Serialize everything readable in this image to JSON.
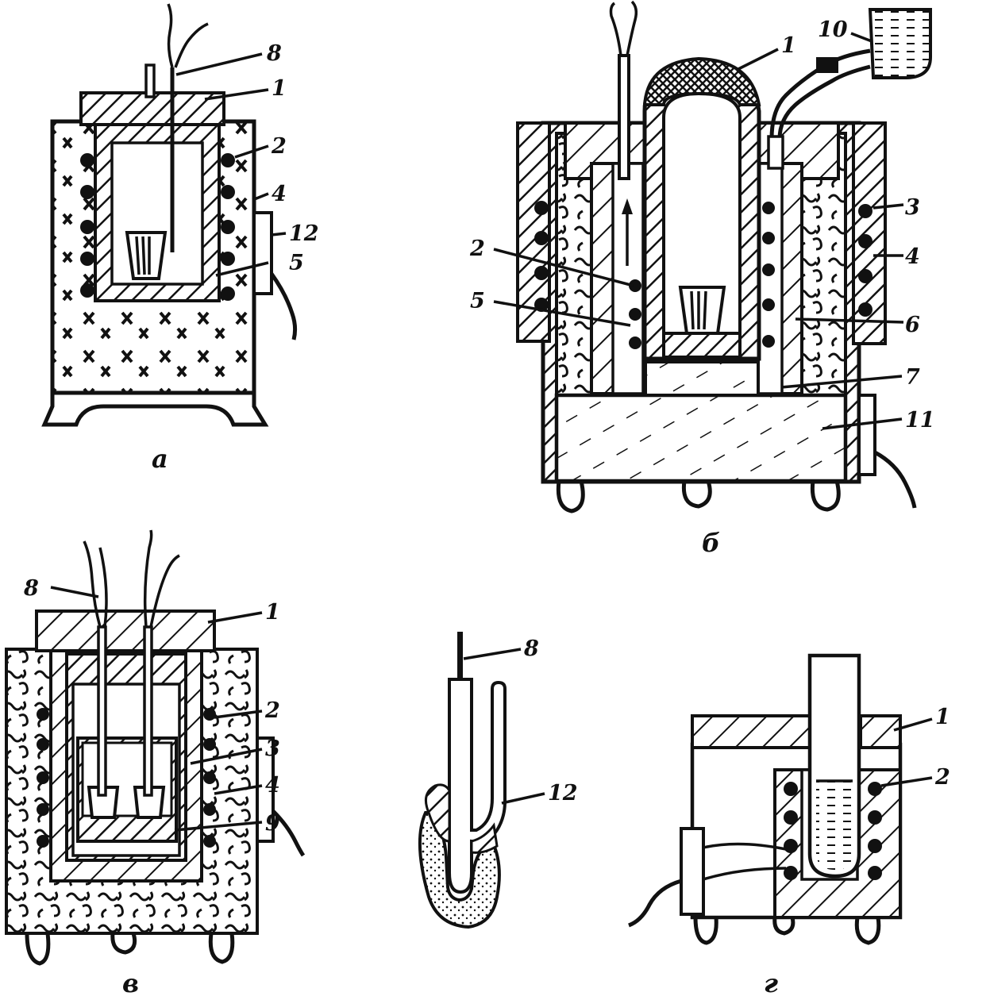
{
  "figures": {
    "a": {
      "caption": "а",
      "labels": {
        "l8": "8",
        "l1": "1",
        "l2": "2",
        "l4": "4",
        "l12": "12",
        "l5": "5"
      }
    },
    "b": {
      "caption": "б",
      "labels": {
        "l1": "1",
        "l10": "10",
        "l3": "3",
        "l4": "4",
        "l2": "2",
        "l5": "5",
        "l6": "6",
        "l7": "7",
        "l11": "11"
      }
    },
    "v": {
      "caption": "в",
      "labels": {
        "l8": "8",
        "l1": "1",
        "l2": "2",
        "l3": "3",
        "l4": "4",
        "l9": "9"
      }
    },
    "tube": {
      "labels": {
        "l8": "8",
        "l12": "12"
      }
    },
    "g": {
      "caption": "г",
      "labels": {
        "l1": "1",
        "l2": "2"
      }
    }
  }
}
